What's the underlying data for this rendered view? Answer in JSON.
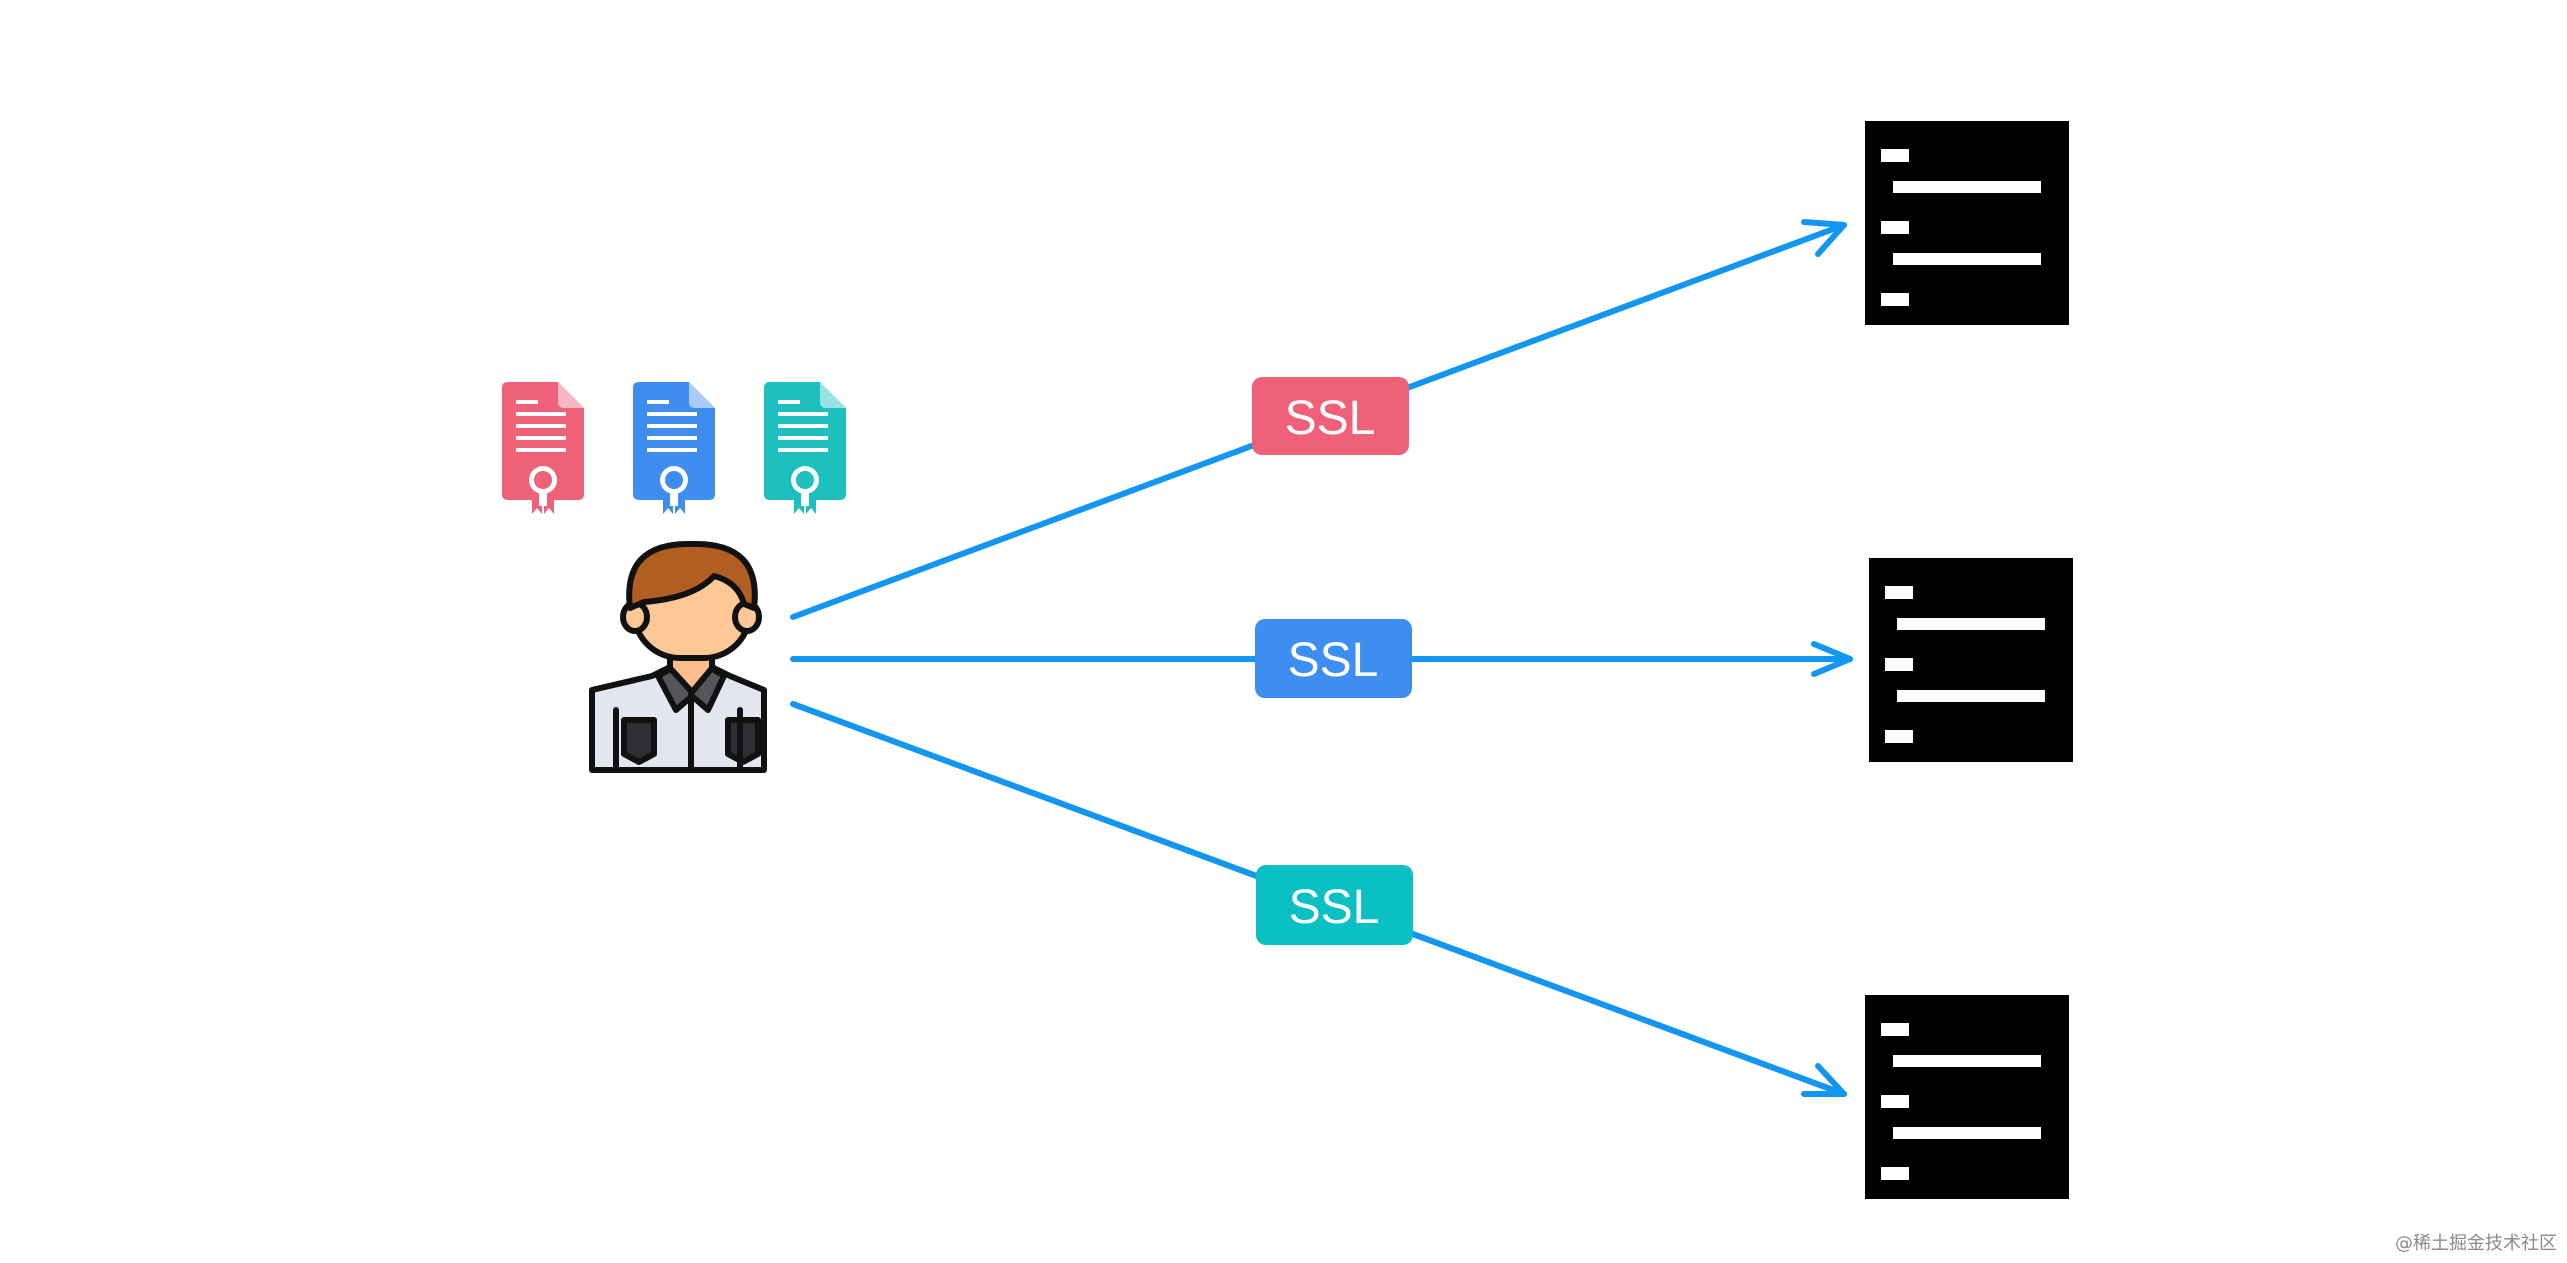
{
  "colors": {
    "arrow": "#1296ef",
    "cert_red": "#ef6079",
    "cert_blue": "#408df0",
    "cert_teal": "#1ebfbf",
    "server": "#000000",
    "ssl_red": "#ef6079",
    "ssl_blue": "#3d8ef0",
    "ssl_teal": "#0bc0c2"
  },
  "client": {
    "icon": "user-icon",
    "certificates": [
      {
        "icon": "certificate-icon",
        "color": "#ef6079"
      },
      {
        "icon": "certificate-icon",
        "color": "#408df0"
      },
      {
        "icon": "certificate-icon",
        "color": "#1ebfbf"
      }
    ]
  },
  "connections": [
    {
      "label": "SSL",
      "color": "#ef6079",
      "target": "server-top"
    },
    {
      "label": "SSL",
      "color": "#3d8ef0",
      "target": "server-middle"
    },
    {
      "label": "SSL",
      "color": "#0bc0c2",
      "target": "server-bottom"
    }
  ],
  "servers": [
    {
      "icon": "server-icon"
    },
    {
      "icon": "server-icon"
    },
    {
      "icon": "server-icon"
    }
  ],
  "watermark": "@稀土掘金技术社区"
}
